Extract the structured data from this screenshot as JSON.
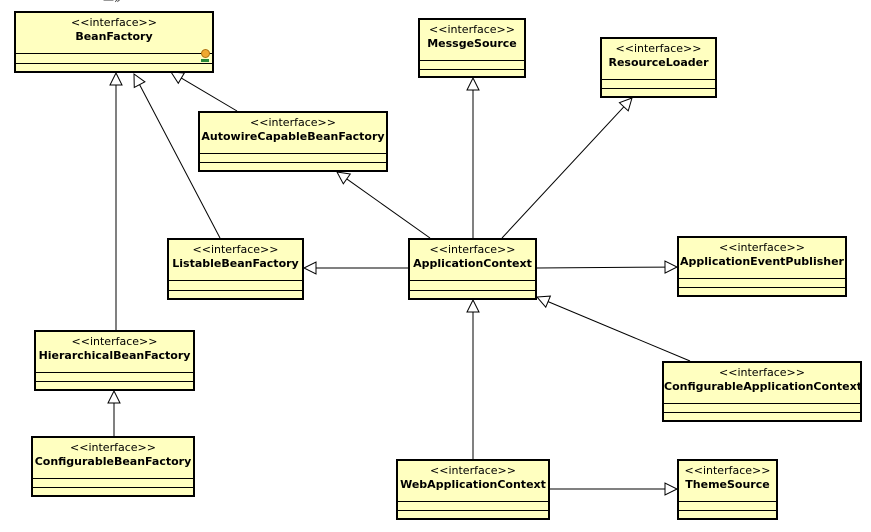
{
  "stereotype": "<<interface>>",
  "top_marker": "—»",
  "interfaces": {
    "BeanFactory": "BeanFactory",
    "MessgeSource": "MessgeSource",
    "ResourceLoader": "ResourceLoader",
    "AutowireCapableBeanFactory": "AutowireCapableBeanFactory",
    "ListableBeanFactory": "ListableBeanFactory",
    "ApplicationContext": "ApplicationContext",
    "ApplicationEventPublisher": "ApplicationEventPublisher",
    "HierarchicalBeanFactory": "HierarchicalBeanFactory",
    "ConfigurableApplicationContext": "ConfigurableApplicationContext",
    "ConfigurableBeanFactory": "ConfigurableBeanFactory",
    "WebApplicationContext": "WebApplicationContext",
    "ThemeSource": "ThemeSource"
  },
  "relations": [
    {
      "child": "AutowireCapableBeanFactory",
      "parent": "BeanFactory"
    },
    {
      "child": "ListableBeanFactory",
      "parent": "BeanFactory"
    },
    {
      "child": "HierarchicalBeanFactory",
      "parent": "BeanFactory"
    },
    {
      "child": "ConfigurableBeanFactory",
      "parent": "HierarchicalBeanFactory"
    },
    {
      "child": "ApplicationContext",
      "parent": "ListableBeanFactory"
    },
    {
      "child": "ApplicationContext",
      "parent": "AutowireCapableBeanFactory"
    },
    {
      "child": "ApplicationContext",
      "parent": "MessgeSource"
    },
    {
      "child": "ApplicationContext",
      "parent": "ResourceLoader"
    },
    {
      "child": "ApplicationContext",
      "parent": "ApplicationEventPublisher"
    },
    {
      "child": "ConfigurableApplicationContext",
      "parent": "ApplicationContext"
    },
    {
      "child": "WebApplicationContext",
      "parent": "ApplicationContext"
    },
    {
      "child": "WebApplicationContext",
      "parent": "ThemeSource"
    }
  ],
  "colors": {
    "box_fill": "#ffffc0",
    "stroke": "#000000"
  }
}
